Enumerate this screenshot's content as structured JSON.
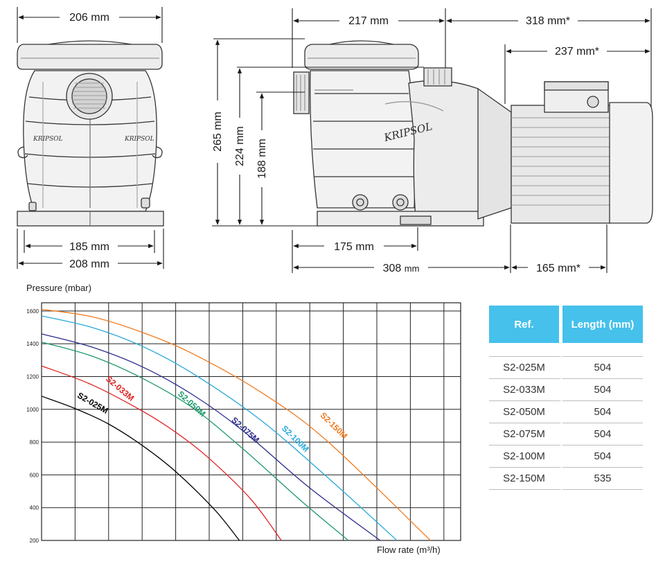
{
  "dimensions": {
    "front_width_top": "206 mm",
    "front_width_base_inner": "185 mm",
    "front_width_base": "208 mm",
    "side_prefilter": "217 mm",
    "side_motor_total": "318 mm*",
    "side_motor_body": "237 mm*",
    "height_total": "265 mm",
    "height_outlet": "224 mm",
    "height_inlet": "188 mm",
    "base_to_drain": "175 mm",
    "pump_length_value": "308",
    "pump_length_unit": "mm",
    "motor_base": "165 mm*",
    "brand_logo": "KRIPSOL"
  },
  "chart_data": {
    "type": "line",
    "ylabel": "Pressure (mbar)",
    "xlabel": "Flow rate (m³/h)",
    "ylim": [
      200,
      1650
    ],
    "yticks": [
      "1600",
      "1400",
      "1200",
      "1000",
      "800",
      "600",
      "400",
      "200"
    ],
    "grid": true,
    "series": [
      {
        "name": "S2-025M",
        "color": "#000000",
        "x": [
          0,
          2,
          4,
          6,
          8,
          10.3,
          11.8
        ],
        "y": [
          1080,
          1005,
          910,
          780,
          620,
          390,
          200
        ]
      },
      {
        "name": "S2-033M",
        "color": "#e02020",
        "x": [
          0,
          3,
          6,
          8,
          10,
          12.5,
          14.3
        ],
        "y": [
          1265,
          1150,
          990,
          860,
          700,
          450,
          200
        ]
      },
      {
        "name": "S2-050M",
        "color": "#1e9a6a",
        "x": [
          0,
          3,
          6,
          9,
          12,
          15.5,
          18.3
        ],
        "y": [
          1410,
          1325,
          1190,
          1010,
          760,
          440,
          200
        ]
      },
      {
        "name": "S2-075M",
        "color": "#2b2b8c",
        "x": [
          0,
          3,
          6,
          9,
          12,
          16,
          20.2
        ],
        "y": [
          1460,
          1380,
          1260,
          1090,
          870,
          520,
          200
        ]
      },
      {
        "name": "S2-100M",
        "color": "#28a8d8",
        "x": [
          0,
          3,
          6,
          9,
          13,
          17,
          21.2
        ],
        "y": [
          1570,
          1500,
          1385,
          1220,
          940,
          590,
          200
        ]
      },
      {
        "name": "S2-150M",
        "color": "#f07a1e",
        "x": [
          0,
          3,
          6,
          9,
          13,
          17,
          23.2
        ],
        "y": [
          1610,
          1565,
          1470,
          1340,
          1110,
          810,
          200
        ]
      }
    ]
  },
  "table": {
    "headers": [
      "Ref.",
      "Length (mm)"
    ],
    "rows": [
      [
        "S2-025M",
        "504"
      ],
      [
        "S2-033M",
        "504"
      ],
      [
        "S2-050M",
        "504"
      ],
      [
        "S2-075M",
        "504"
      ],
      [
        "S2-100M",
        "504"
      ],
      [
        "S2-150M",
        "535"
      ]
    ]
  }
}
